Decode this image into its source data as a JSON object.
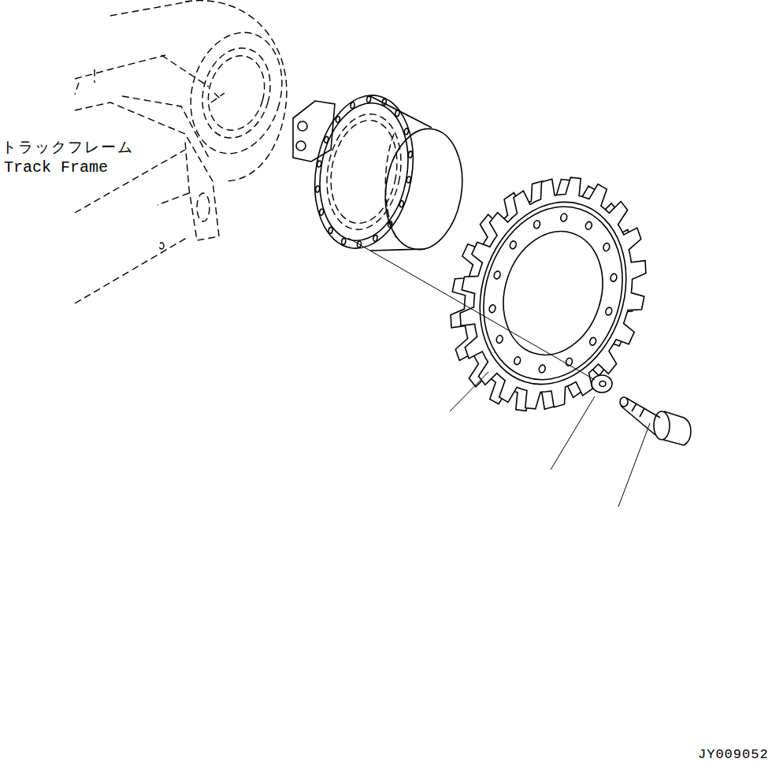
{
  "diagram": {
    "labels": [
      "トラックフレーム",
      "Track Frame",
      "JY009052"
    ]
  }
}
